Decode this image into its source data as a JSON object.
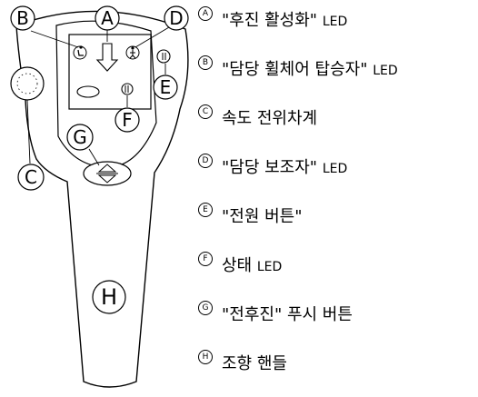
{
  "callouts": {
    "A": "A",
    "B": "B",
    "C": "C",
    "D": "D",
    "E": "E",
    "F": "F",
    "G": "G",
    "H": "H"
  },
  "legend": [
    {
      "letter": "A",
      "text": "\"후진 활성화\"",
      "suffix": "LED"
    },
    {
      "letter": "B",
      "text": "\"담당 휠체어 탑승자\"",
      "suffix": "LED"
    },
    {
      "letter": "C",
      "text": "속도 전위차계",
      "suffix": ""
    },
    {
      "letter": "D",
      "text": "\"담당 보조자\"",
      "suffix": "LED"
    },
    {
      "letter": "E",
      "text": "\"전원 버튼\"",
      "suffix": ""
    },
    {
      "letter": "F",
      "text": "상태",
      "suffix": "LED"
    },
    {
      "letter": "G",
      "text": "\"전후진\" 푸시 버튼",
      "suffix": ""
    },
    {
      "letter": "H",
      "text": "조향 핸들",
      "suffix": ""
    }
  ],
  "colors": {
    "line": "#000000",
    "background": "#ffffff"
  }
}
